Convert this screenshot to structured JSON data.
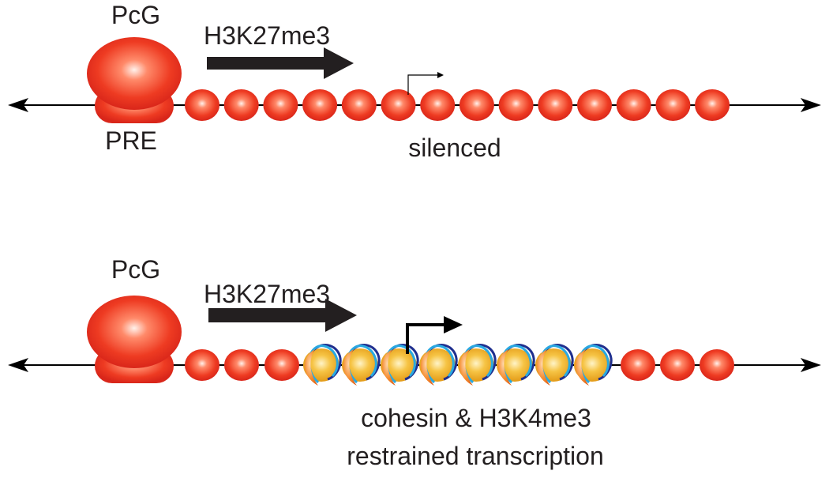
{
  "colors": {
    "nucleosome": "#e8331c",
    "nucleosome_highlight": "#ffe0d6",
    "cohesin": "#f47a20",
    "cohesin_highlight": "#fbd0a8",
    "nucleosome_active": "#f2b52e",
    "h3k4me3_light": "#29a9e1",
    "h3k4me3_dark": "#1f2f8f",
    "dna": "#000000",
    "text": "#231f20"
  },
  "panels": [
    {
      "id": "silenced",
      "complex_label": "PcG",
      "element_label": "PRE",
      "mark_label": "H3K27me3",
      "state_label_lines": [
        "silenced"
      ],
      "nucleosome_count": 14,
      "cohesin_loop_count": 0,
      "tss_arrow": "thin"
    },
    {
      "id": "restrained",
      "complex_label": "PcG",
      "element_label": "",
      "mark_label": "H3K27me3",
      "state_label_lines": [
        "cohesin & H3K4me3",
        "restrained transcription"
      ],
      "nucleosome_count": 6,
      "cohesin_loop_count": 8,
      "tss_arrow": "bold"
    }
  ]
}
